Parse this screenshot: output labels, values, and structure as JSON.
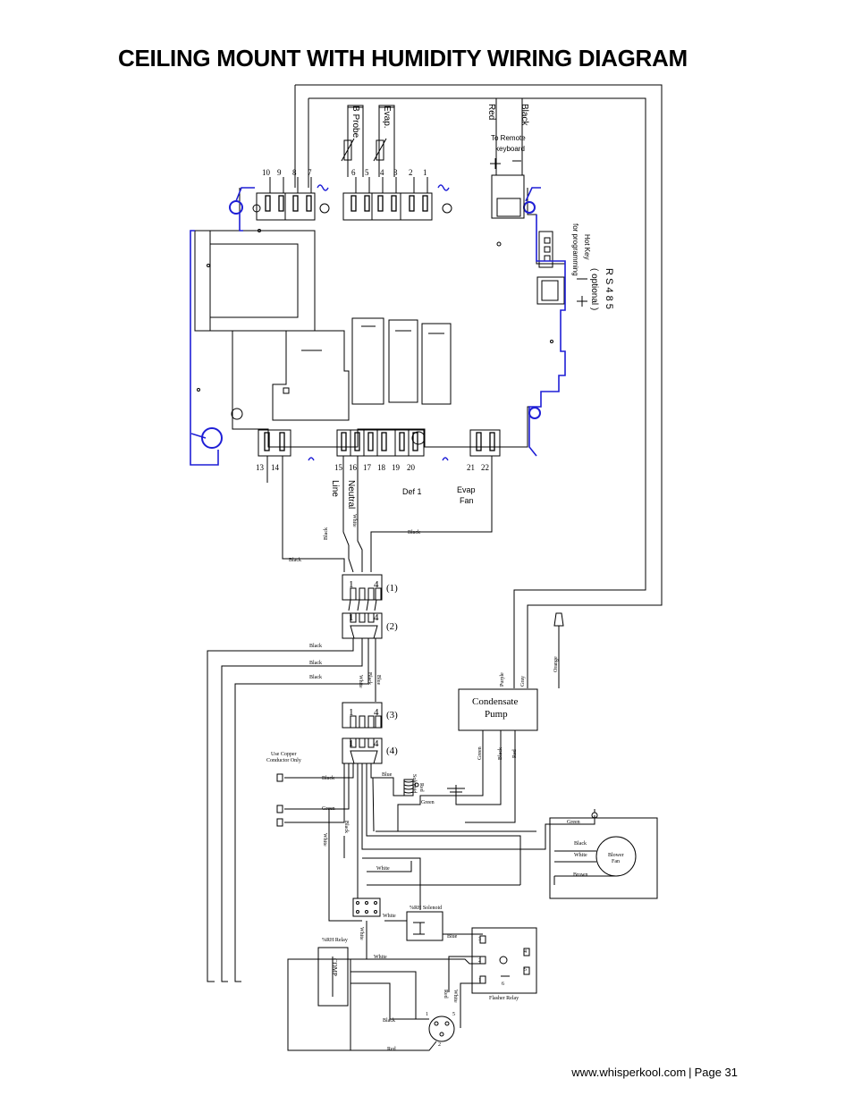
{
  "title": "CEILING MOUNT WITH HUMIDITY WIRING DIAGRAM",
  "footer": {
    "url": "www.whisperkool.com",
    "separator": "|",
    "page": "Page 31"
  },
  "controller": {
    "probe_labels": [
      "B Probe",
      "Evap."
    ],
    "remote_wire_labels": [
      "Red",
      "Black"
    ],
    "remote_keyboard_label": [
      "To  Remote",
      "keyboard"
    ],
    "hot_key_label": [
      "Hot Key",
      "for programming"
    ],
    "rs485_label": [
      "R S 4 8 5",
      "( optional )"
    ],
    "top_terminals": [
      "10",
      "9",
      "8",
      "7",
      "6",
      "5",
      "4",
      "3",
      "2",
      "1"
    ],
    "bottom_terminals": [
      "13",
      "14",
      "15",
      "16",
      "17",
      "18",
      "19",
      "20",
      "21",
      "22"
    ],
    "output_labels": {
      "line": "Line",
      "neutral": "Neutral",
      "def": "Def  1",
      "evap_fan": [
        "Evap",
        "Fan"
      ]
    }
  },
  "connectors": [
    "(1)",
    "(2)",
    "(3)",
    "(4)"
  ],
  "connector_pins": {
    "first": "1",
    "last": "4"
  },
  "components": {
    "condensate_pump": [
      "Condensate",
      "Pump"
    ],
    "blower_fan": [
      "Blower",
      "Fan"
    ],
    "rh_solenoid": "%RH Solenoid",
    "rh_relay": "%RH Relay",
    "flasher_relay": "Flasher Relay",
    "copper_note": [
      "Use Copper",
      "Conductor Only"
    ],
    "comp": "COMP",
    "red_solenoid": [
      "Red",
      "Solenoid"
    ]
  },
  "wire_labels": {
    "black": "Black",
    "white": "White",
    "blue": "Blue",
    "green": "Green",
    "red": "Red",
    "brown": "Brown",
    "purple": "Purple",
    "gray": "Gray",
    "orange": "Orange"
  },
  "relay_pins": [
    "1",
    "2",
    "3",
    "4",
    "5",
    "6"
  ],
  "colors": {
    "blue_wire": "#1f1fd6",
    "ink": "#000000",
    "accent_red": "#c00000"
  }
}
